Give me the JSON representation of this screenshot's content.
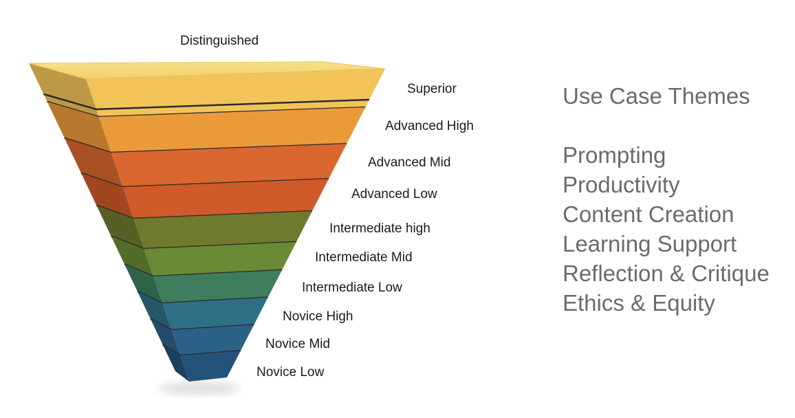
{
  "pyramid": {
    "top_label": "Distinguished",
    "levels": [
      {
        "label": "Superior",
        "color": "#f2c358"
      },
      {
        "label": "Advanced High",
        "color": "#eb9a3a"
      },
      {
        "label": "Advanced Mid",
        "color": "#d9672f"
      },
      {
        "label": "Advanced Low",
        "color": "#cf5a2a"
      },
      {
        "label": "Intermediate high",
        "color": "#6f7a2e"
      },
      {
        "label": "Intermediate Mid",
        "color": "#6b8a35"
      },
      {
        "label": "Intermediate Low",
        "color": "#3e7d5e"
      },
      {
        "label": "Novice High",
        "color": "#2f6f86"
      },
      {
        "label": "Novice Mid",
        "color": "#2c6288"
      },
      {
        "label": "Novice Low",
        "color": "#25527a"
      }
    ]
  },
  "themes": {
    "title": "Use Case Themes",
    "items": [
      "Prompting",
      "Productivity",
      "Content Creation",
      "Learning Support",
      "Reflection & Critique",
      "Ethics & Equity"
    ]
  }
}
